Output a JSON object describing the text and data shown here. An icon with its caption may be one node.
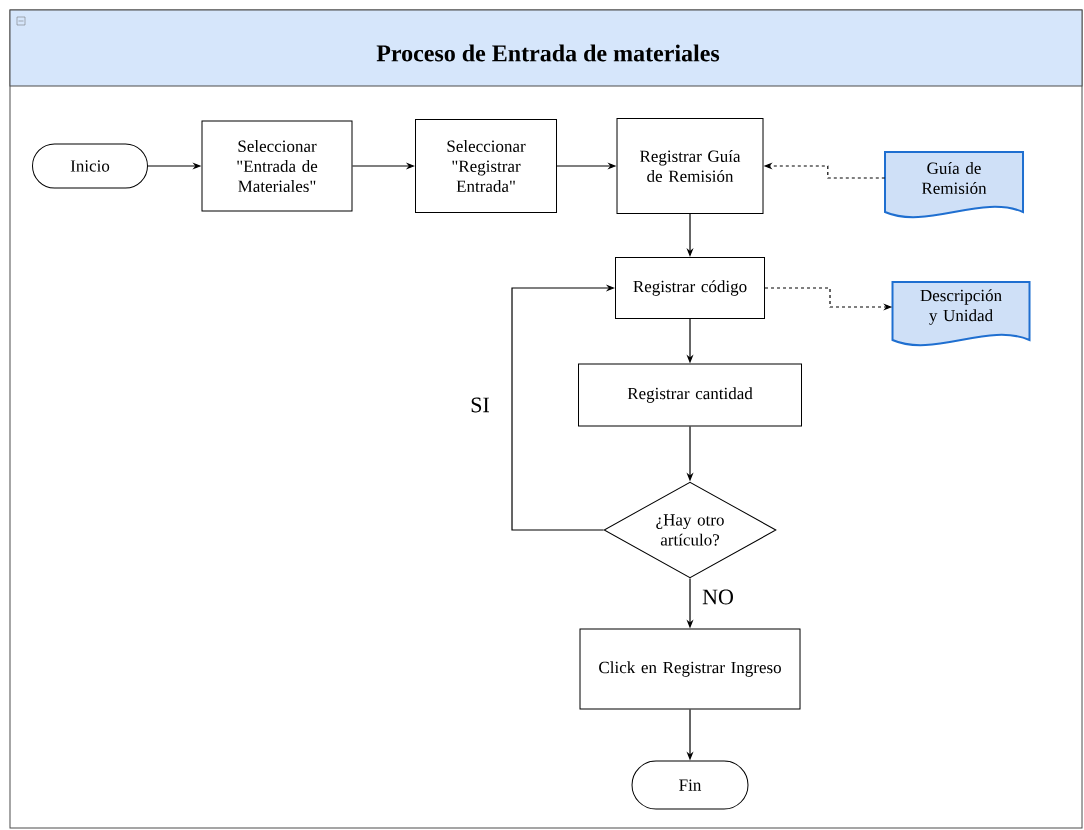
{
  "diagram": {
    "title": "Proceso de Entrada de materiales",
    "nodes": [
      {
        "text": [
          "Inicio"
        ]
      },
      {
        "text": [
          "Seleccionar \"Entrada de Materiales\""
        ]
      },
      {
        "text": [
          "Seleccionar \"Registrar Entrada\""
        ]
      },
      {
        "text": [
          "Registrar Guía de Remisión"
        ]
      },
      {
        "text": [
          "Guía de Remisión"
        ]
      },
      {
        "text": [
          "Registrar código"
        ]
      },
      {
        "text": [
          "Descripción y Unidad"
        ]
      },
      {
        "text": [
          "Registrar cantidad"
        ]
      },
      {
        "text": [
          "¿Hay otro artículo?"
        ]
      },
      {
        "text": [
          "Click en Registrar Ingreso"
        ]
      },
      {
        "text": [
          "Fin"
        ]
      }
    ],
    "edges": [
      {
        "from": 0,
        "to": 1,
        "arrow": "to"
      },
      {
        "from": 1,
        "to": 2,
        "arrow": "to"
      },
      {
        "from": 2,
        "to": 3,
        "arrow": "to"
      },
      {
        "from": 4,
        "to": 3,
        "arrow": "to",
        "style": "dashed"
      },
      {
        "from": 3,
        "to": 5,
        "arrow": "to"
      },
      {
        "from": 5,
        "to": 6,
        "arrow": "to",
        "style": "dashed"
      },
      {
        "from": 5,
        "to": 7,
        "arrow": "to"
      },
      {
        "from": 7,
        "to": 8,
        "arrow": "to"
      },
      {
        "from": 8,
        "to": 5,
        "arrow": "to",
        "label": "SI"
      },
      {
        "from": 8,
        "to": 9,
        "arrow": "to",
        "label": "NO"
      },
      {
        "from": 9,
        "to": 10,
        "arrow": "to"
      }
    ]
  }
}
